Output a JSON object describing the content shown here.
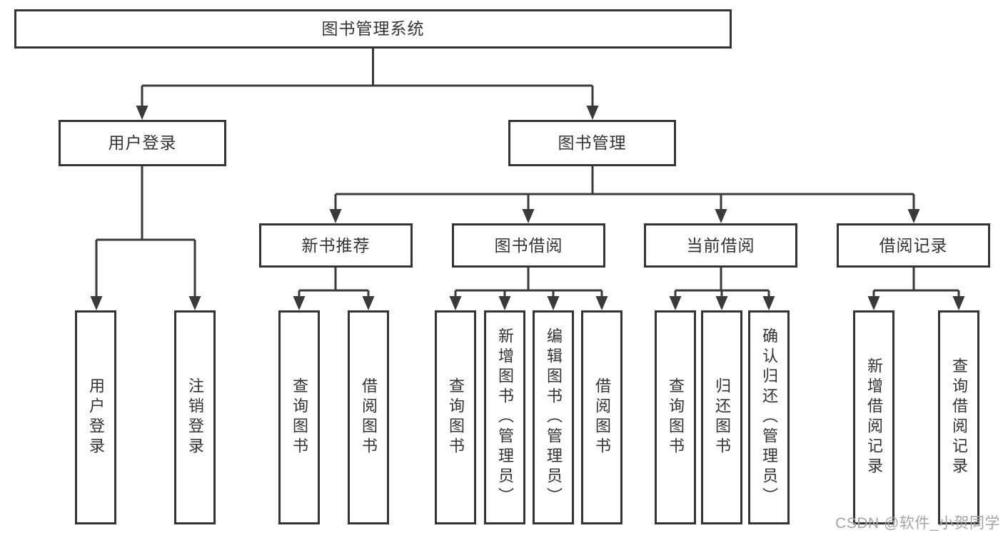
{
  "nodes": {
    "root": {
      "label": "图书管理系统"
    },
    "user_login": {
      "label": "用户登录",
      "children": [
        {
          "label": "用户登录"
        },
        {
          "label": "注销登录"
        }
      ]
    },
    "book_management": {
      "label": "图书管理"
    },
    "new_book_recommend": {
      "label": "新书推荐",
      "children": [
        {
          "label": "查询图书"
        },
        {
          "label": "借阅图书"
        }
      ]
    },
    "book_borrow": {
      "label": "图书借阅",
      "children": [
        {
          "label": "查询图书"
        },
        {
          "label": "新增图书（管理员）"
        },
        {
          "label": "编辑图书（管理员）"
        },
        {
          "label": "借阅图书"
        }
      ]
    },
    "current_borrow": {
      "label": "当前借阅",
      "children": [
        {
          "label": "查询图书"
        },
        {
          "label": "归还图书"
        },
        {
          "label": "确认归还（管理员）"
        }
      ]
    },
    "borrow_records": {
      "label": "借阅记录",
      "children": [
        {
          "label": "新增借阅记录"
        },
        {
          "label": "查询借阅记录"
        }
      ]
    }
  },
  "watermark": {
    "text": "CSDN @软件_小贺同学"
  },
  "colors": {
    "line": "#3a3a3a",
    "box_border": "#343434",
    "text": "#333333",
    "background": "#ffffff",
    "watermark": "#a5a5a5"
  }
}
